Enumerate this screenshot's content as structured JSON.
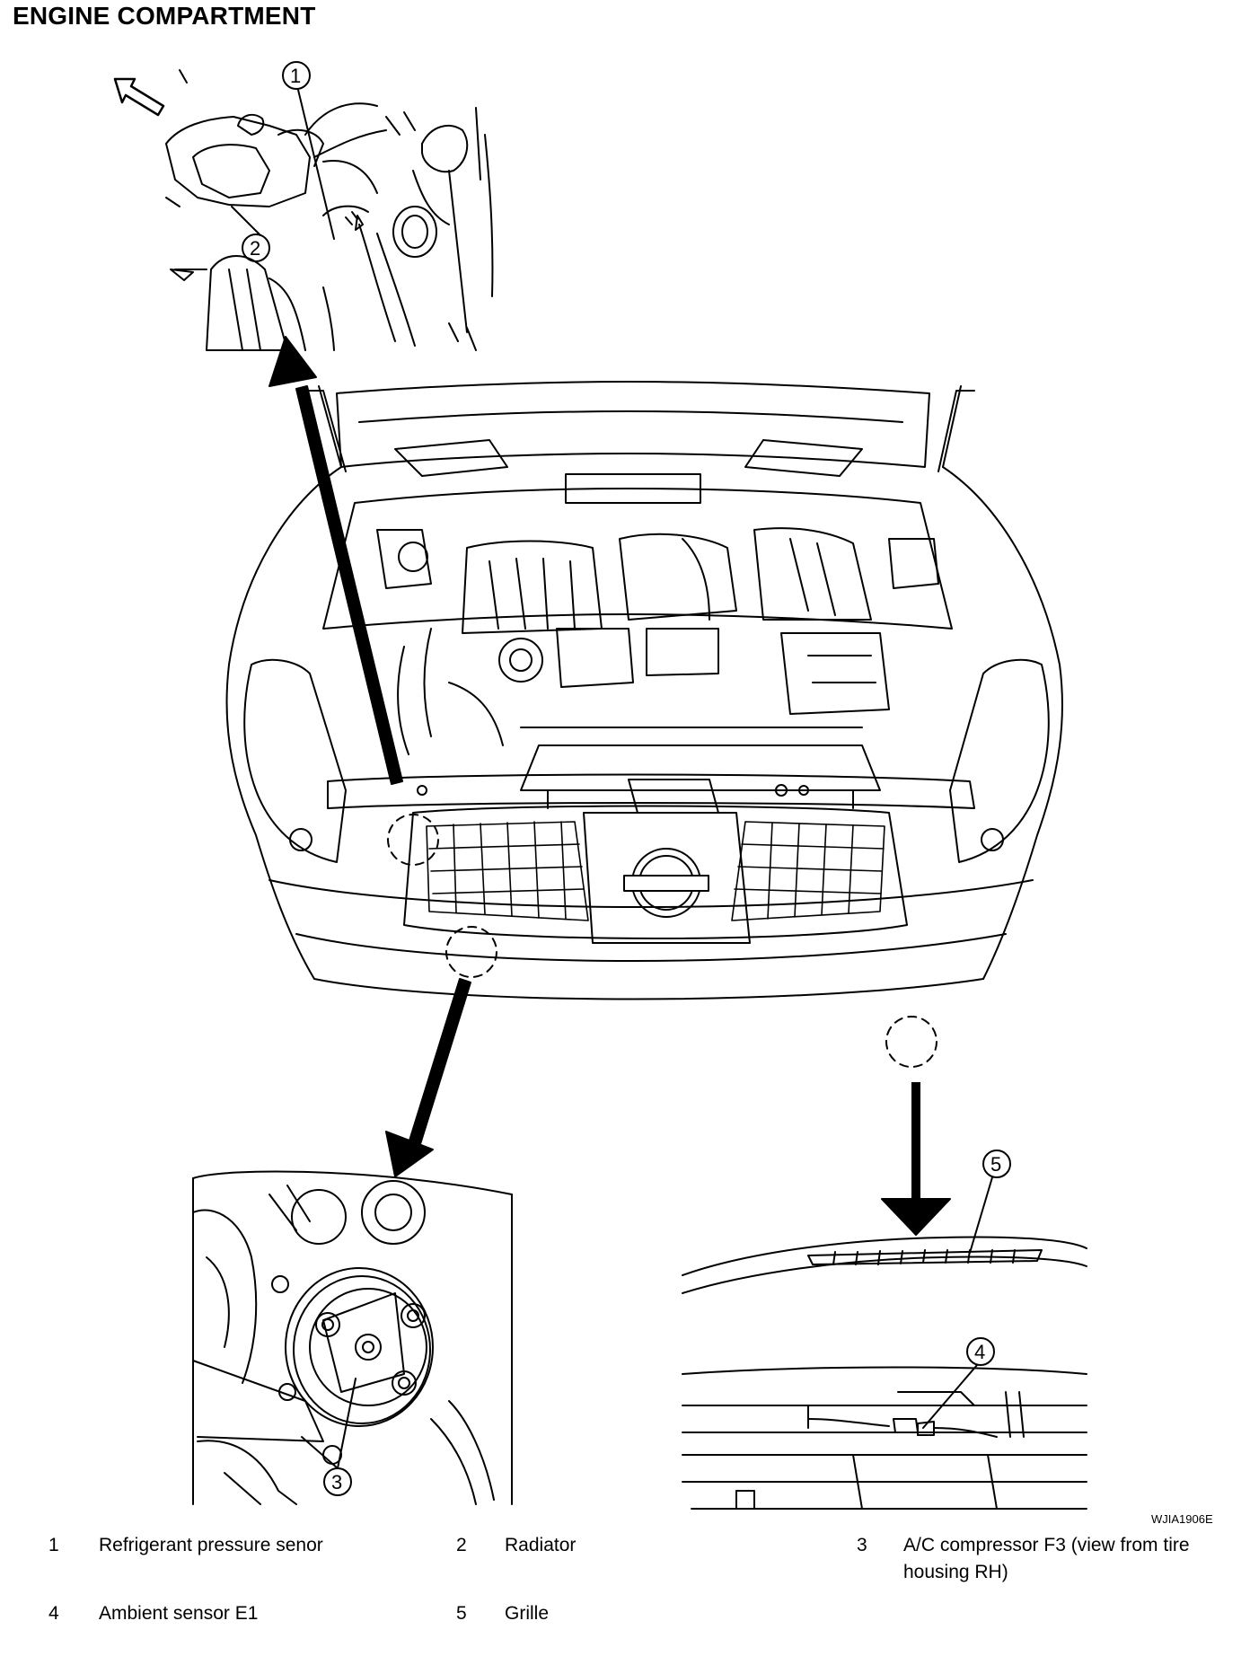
{
  "title": "ENGINE COMPARTMENT",
  "figure_id": "WJIA1906E",
  "callouts": [
    "1",
    "2",
    "3",
    "4",
    "5"
  ],
  "legend": [
    {
      "num": "1",
      "text": "Refrigerant pressure senor"
    },
    {
      "num": "2",
      "text": "Radiator"
    },
    {
      "num": "3",
      "text": "A/C compressor F3 (view from tire housing RH)"
    },
    {
      "num": "4",
      "text": "Ambient sensor E1"
    },
    {
      "num": "5",
      "text": "Grille"
    }
  ],
  "emblem_icon": "nissan-emblem-icon",
  "front_arrow_icon": "front-direction-arrow-icon"
}
